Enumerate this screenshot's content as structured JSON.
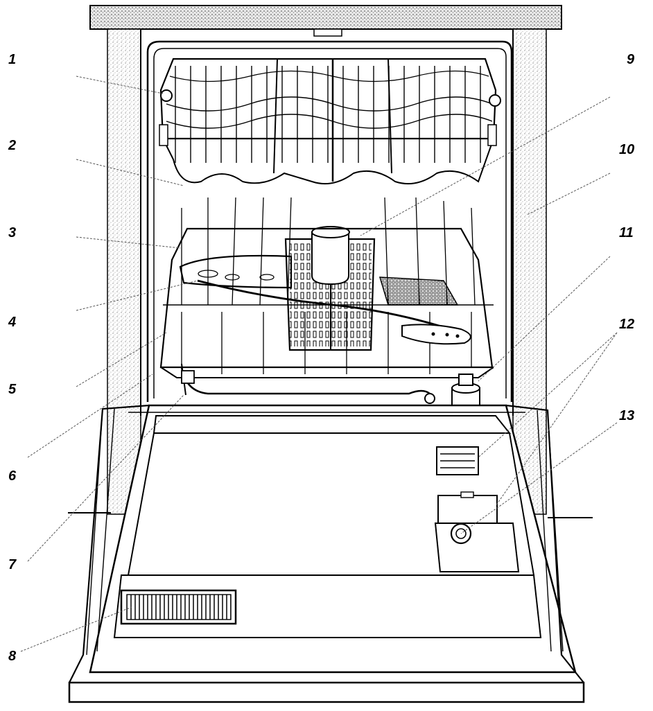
{
  "callouts": {
    "c1": "1",
    "c2": "2",
    "c3": "3",
    "c4": "4",
    "c5": "5",
    "c6": "6",
    "c7": "7",
    "c8": "8",
    "c9": "9",
    "c10": "10",
    "c11": "11",
    "c12": "12",
    "c13": "13"
  },
  "colors": {
    "ink": "#000000",
    "worktop_speckle": "#bdbdbd",
    "cabinet_speckle": "#d9d9d9",
    "paper": "#ffffff"
  }
}
